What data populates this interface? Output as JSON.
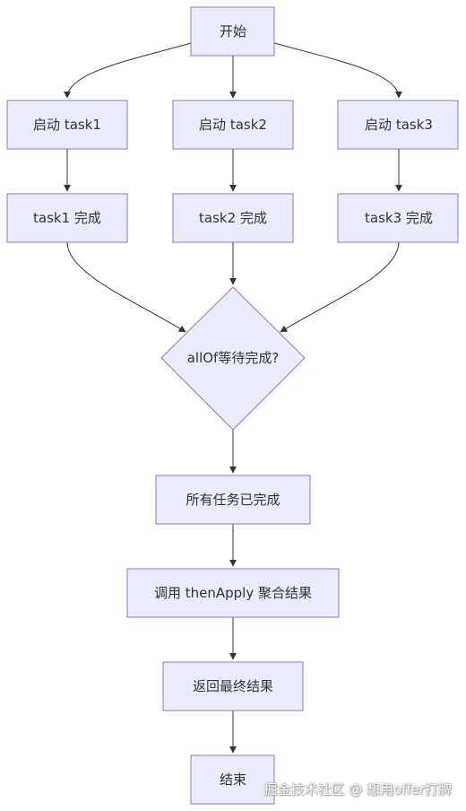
{
  "nodes": {
    "start": "开始",
    "launch_task1": "启动 task1",
    "launch_task2": "启动 task2",
    "launch_task3": "启动 task3",
    "done_task1": "task1 完成",
    "done_task2": "task2 完成",
    "done_task3": "task3 完成",
    "decision": "allOf等待完成?",
    "all_done": "所有任务已完成",
    "then_apply": "调用 thenApply 聚合结果",
    "return_result": "返回最终结果",
    "end": "结束"
  },
  "watermark": "掘金技术社区 @ 想用offer打牌",
  "colors": {
    "node_fill": "#ECECFF",
    "node_stroke": "#9370DB",
    "edge": "#333333",
    "text": "#333333"
  }
}
